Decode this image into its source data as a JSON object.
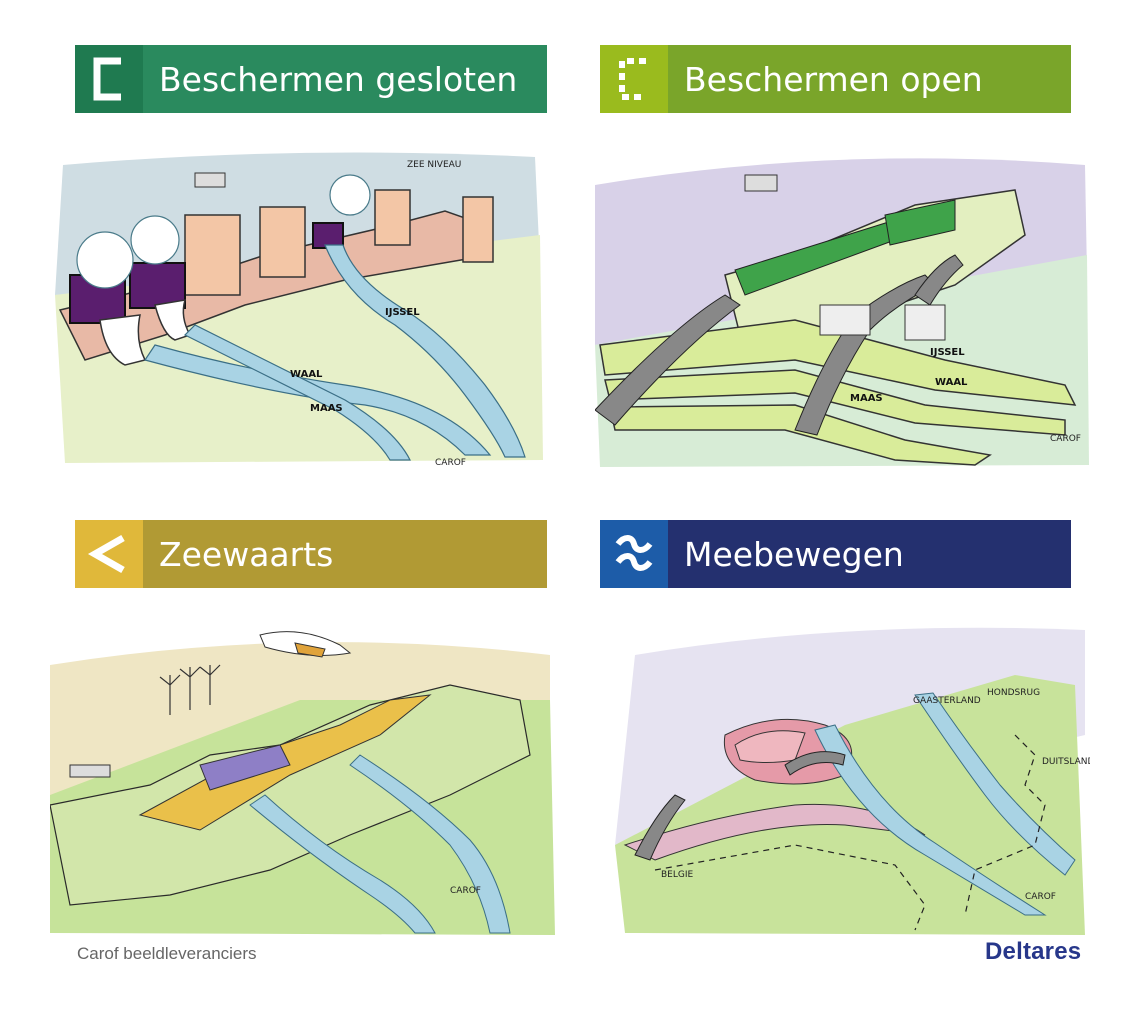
{
  "panels": [
    {
      "title": "Beschermen gesloten",
      "icon": "closed-bracket-icon",
      "color": "#2a8a5e",
      "icon_bg": "#1f7a50",
      "labels": {
        "river1": "IJSSEL",
        "river2": "WAAL",
        "river3": "MAAS",
        "sea": "ZEE NIVEAU",
        "artist": "CAROF"
      }
    },
    {
      "title": "Beschermen open",
      "icon": "open-bracket-icon",
      "color": "#7aa52a",
      "icon_bg": "#9abb1e",
      "labels": {
        "river1": "IJSSEL",
        "river2": "WAAL",
        "river3": "MAAS",
        "artist": "CAROF"
      }
    },
    {
      "title": "Zeewaarts",
      "icon": "chevron-left-icon",
      "color": "#b19a34",
      "icon_bg": "#e0b83a",
      "labels": {
        "artist": "CAROF"
      }
    },
    {
      "title": "Meebewegen",
      "icon": "waves-icon",
      "color": "#24306f",
      "icon_bg": "#1d5ca8",
      "labels": {
        "place1": "GAASTERLAND",
        "place2": "HONDSRUG",
        "place3": "DUITSLAND",
        "place4": "BELGIE",
        "artist": "CAROF"
      }
    }
  ],
  "footer": {
    "credit": "Carof beeldleveranciers",
    "logo": "Deltares"
  }
}
